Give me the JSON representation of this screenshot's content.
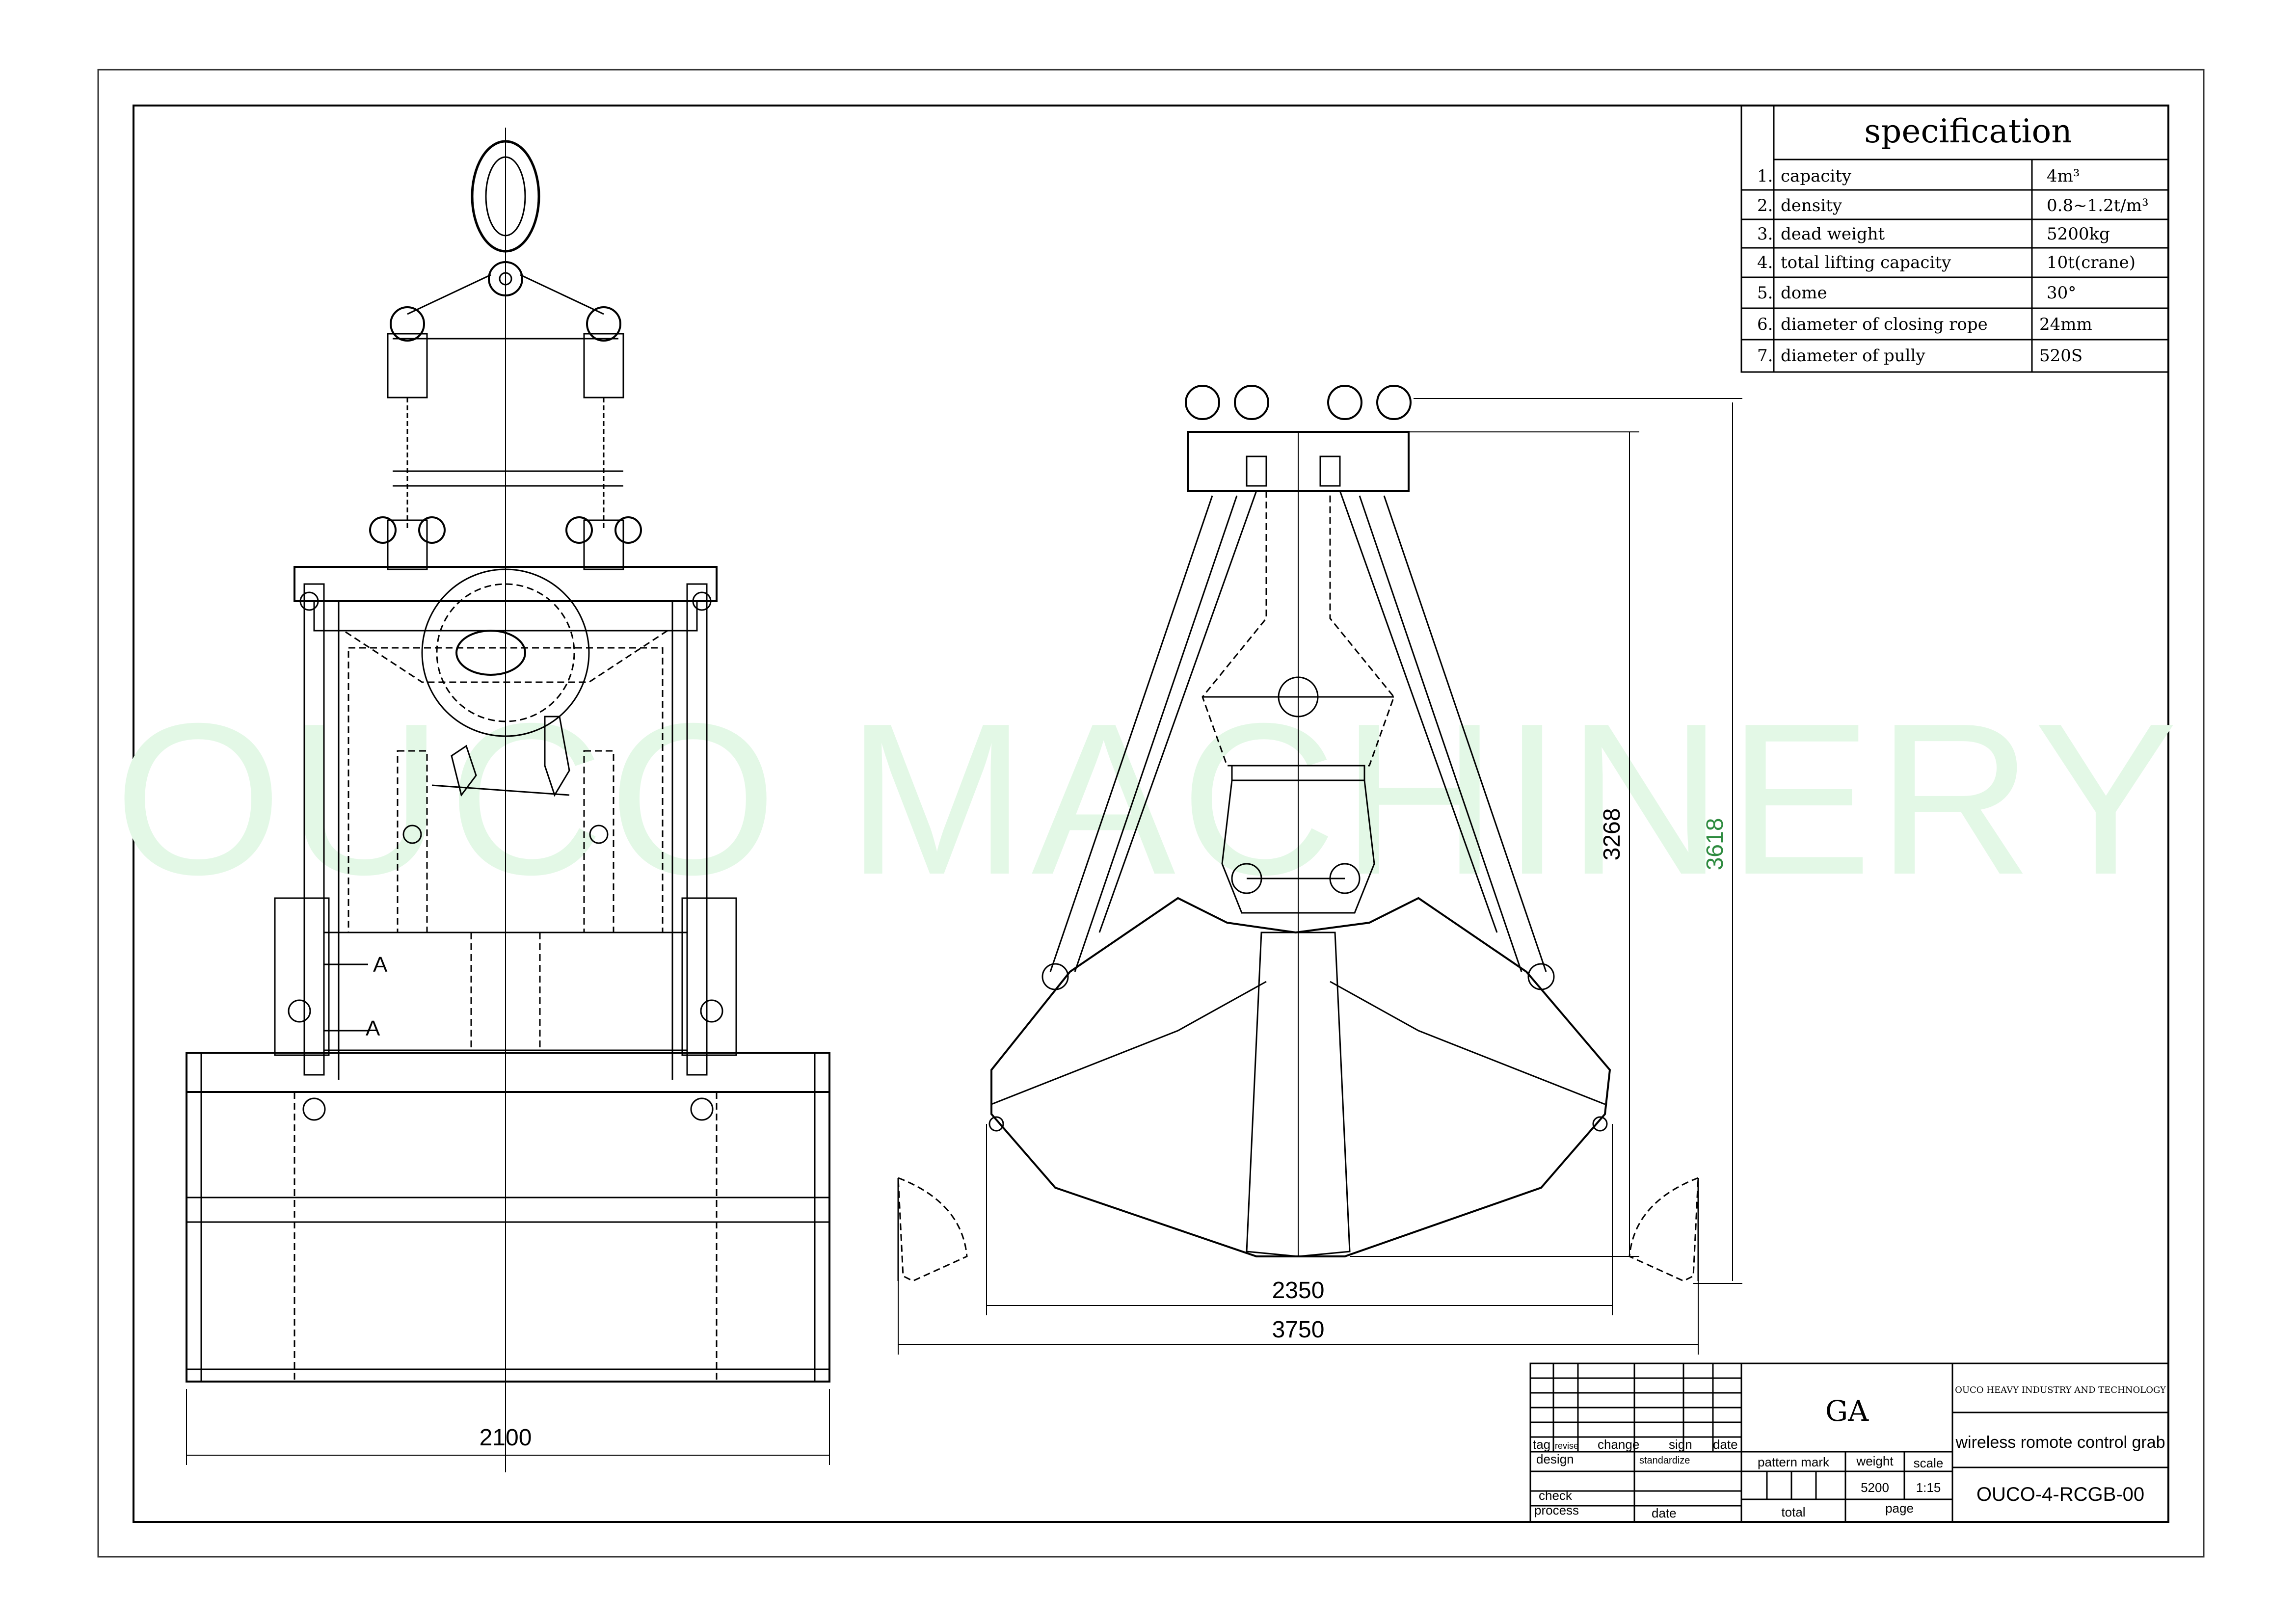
{
  "watermark": "OUCO MACHINERY",
  "specification": {
    "title": "specification",
    "rows": [
      {
        "no": "1.",
        "item": "capacity",
        "value": "4m³"
      },
      {
        "no": "2.",
        "item": "density",
        "value": "0.8~1.2t/m³"
      },
      {
        "no": "3.",
        "item": "dead weight",
        "value": "5200kg"
      },
      {
        "no": "4.",
        "item": "total lifting capacity",
        "value": "10t(crane)"
      },
      {
        "no": "5.",
        "item": "dome",
        "value": "30°"
      },
      {
        "no": "6.",
        "item": "diameter of closing rope",
        "value": "24mm"
      },
      {
        "no": "7.",
        "item": "diameter of pully",
        "value": "520S"
      }
    ]
  },
  "front_view": {
    "section_marks": [
      "A",
      "A"
    ],
    "width_dim": "2100"
  },
  "side_view": {
    "height_dim_1": "3268",
    "height_dim_2": "3618",
    "width_dim_1": "2350",
    "width_dim_2": "3750"
  },
  "title_block": {
    "drawing_type": "GA",
    "company": "OUCO HEAVY INDUSTRY AND TECHNOLOGY",
    "product_name": "wireless romote control grab",
    "drawing_no": "OUCO-4-RCGB-00",
    "labels": {
      "tag": "tag",
      "revise": "revise",
      "change": "change",
      "sign": "sign",
      "date": "date",
      "design": "design",
      "standardize": "standardize",
      "check": "check",
      "process": "process",
      "date2": "date",
      "pattern_mark": "pattern mark",
      "weight": "weight",
      "scale": "scale",
      "total": "total",
      "page": "page"
    },
    "weight_value": "5200",
    "scale_value": "1:15"
  },
  "colors": {
    "line": "#000000",
    "watermark": "#e3f8e6",
    "dimension": "#2e8b3f"
  }
}
